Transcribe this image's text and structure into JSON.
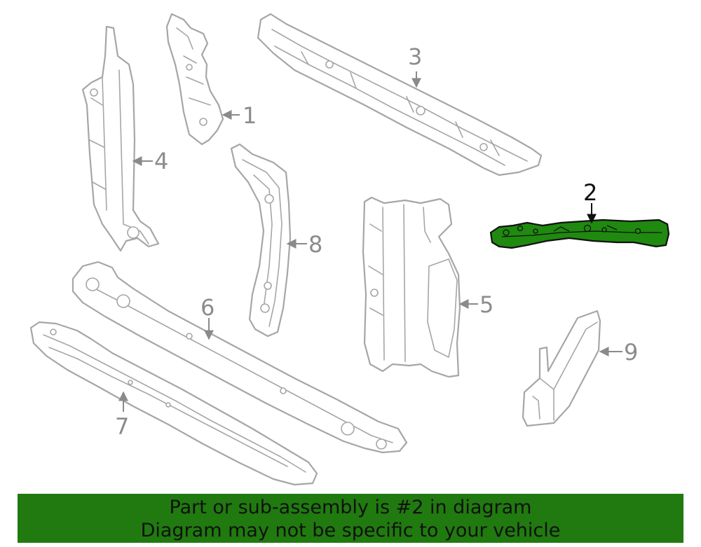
{
  "callouts": {
    "part_1": "1",
    "part_2": "2",
    "part_3": "3",
    "part_4": "4",
    "part_5": "5",
    "part_6": "6",
    "part_7": "7",
    "part_8": "8",
    "part_9": "9"
  },
  "highlight": {
    "part": "2",
    "fill_color": "#1f8a0f"
  },
  "banner": {
    "line1": "Part or sub-assembly is #2 in diagram",
    "line2": "Diagram may not be specific to your vehicle",
    "background": "#207a0f"
  }
}
